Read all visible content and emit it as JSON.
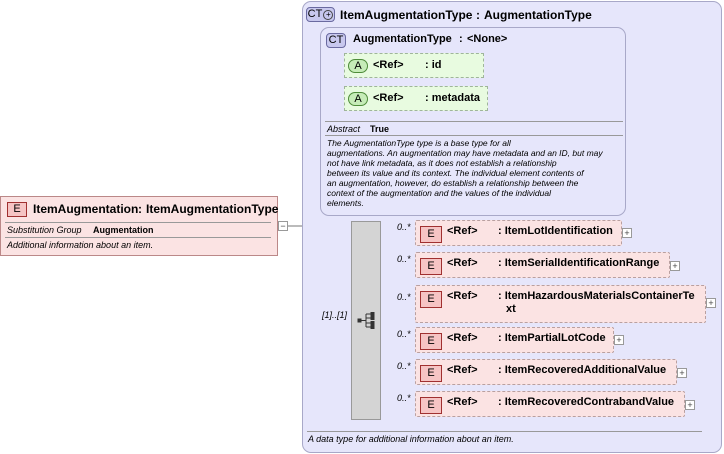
{
  "root_element": {
    "badge": "E",
    "name": "ItemAugmentation",
    "separator": ":",
    "type": "ItemAugmentationType",
    "prop_label": "Substitution Group",
    "prop_value": "Augmentation",
    "doc": "Additional information about an item."
  },
  "complex_type": {
    "badge": "CT",
    "name": "ItemAugmentationType",
    "separator": ":",
    "base": "AugmentationType",
    "doc": "A data type for additional information about an item."
  },
  "base_type": {
    "badge": "CT",
    "name": "AugmentationType",
    "separator": ":",
    "base": "<None>",
    "attributes": [
      {
        "badge": "A",
        "ref": "<Ref>",
        "name": ": id"
      },
      {
        "badge": "A",
        "ref": "<Ref>",
        "name": ": metadata"
      }
    ],
    "abstract_label": "Abstract",
    "abstract_value": "True",
    "doc_lines": [
      "The AugmentationType type is a base type for all",
      "augmentations. An augmentation may have metadata and an ID, but may",
      "not have link metadata, as it does not establish a relationship",
      "between its value and its context. The individual element contents of",
      "an augmentation, however, do establish a relationship between the",
      "context of the augmentation and the values of the individual",
      "elements."
    ]
  },
  "sequence": {
    "cardinality": "[1]..[1]",
    "icon": "sequence-icon"
  },
  "children": [
    {
      "badge": "E",
      "ref": "<Ref>",
      "name_lines": [
        ": ItemLotIdentification"
      ],
      "card": "0..*"
    },
    {
      "badge": "E",
      "ref": "<Ref>",
      "name_lines": [
        ": ItemSerialIdentificationRange"
      ],
      "card": "0..*"
    },
    {
      "badge": "E",
      "ref": "<Ref>",
      "name_lines": [
        ": ItemHazardousMaterialsContainerTe",
        "xt"
      ],
      "card": "0..*"
    },
    {
      "badge": "E",
      "ref": "<Ref>",
      "name_lines": [
        ": ItemPartialLotCode"
      ],
      "card": "0..*"
    },
    {
      "badge": "E",
      "ref": "<Ref>",
      "name_lines": [
        ": ItemRecoveredAdditionalValue"
      ],
      "card": "0..*"
    },
    {
      "badge": "E",
      "ref": "<Ref>",
      "name_lines": [
        ": ItemRecoveredContrabandValue"
      ],
      "card": "0..*"
    }
  ],
  "colors": {
    "element_fill": "#fbe3e3",
    "complex_type_fill": "#e6e6fb",
    "attribute_fill": "#e8fbe0",
    "sequence_fill": "#d4d4d4"
  }
}
